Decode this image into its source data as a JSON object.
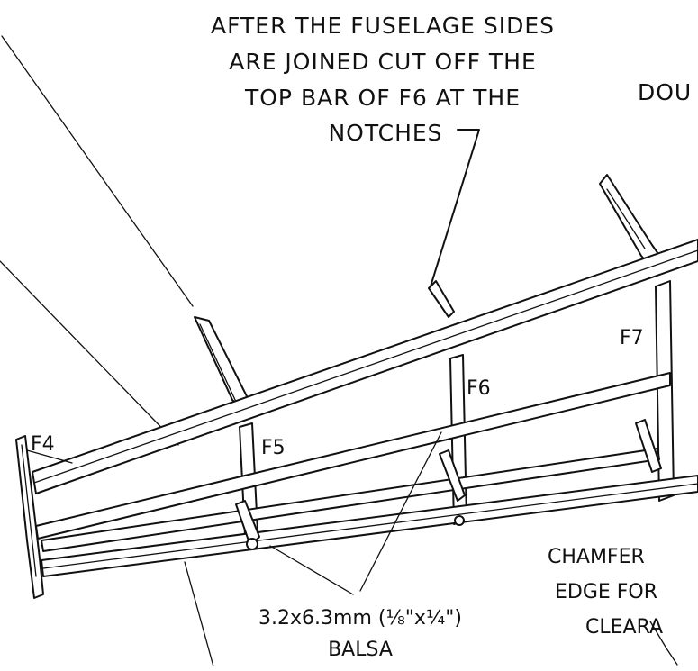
{
  "notes": {
    "top_note": [
      "AFTER THE FUSELAGE SIDES",
      "ARE JOINED CUT OFF THE",
      "TOP BAR OF F6 AT THE",
      "NOTCHES"
    ],
    "right_top_note": "DOU",
    "balsa_note": [
      "3.2x6.3mm (⅛\"x¼\")",
      "BALSA"
    ],
    "chamfer_note": [
      "CHAMFER",
      "EDGE FOR",
      "CLEARA"
    ]
  },
  "formers": {
    "f4": "F4",
    "f5": "F5",
    "f6": "F6",
    "f7": "F7"
  }
}
